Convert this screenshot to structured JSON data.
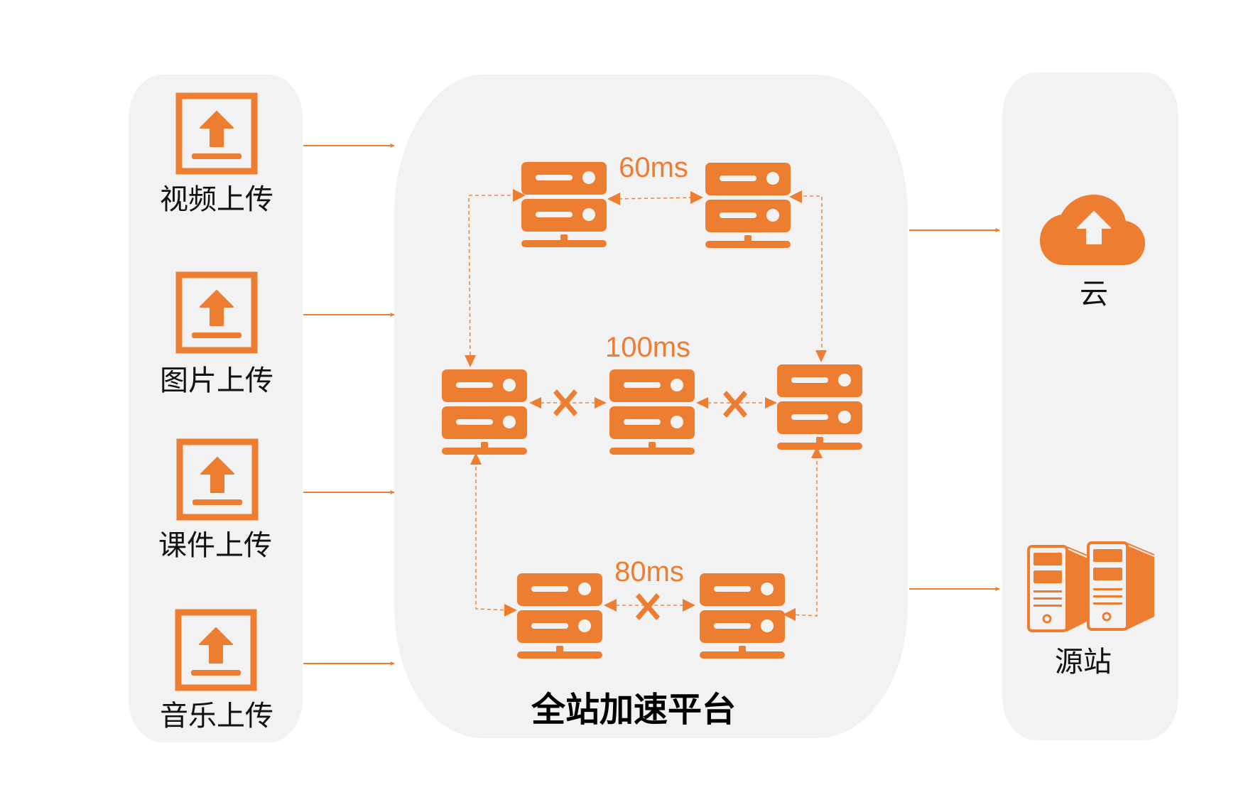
{
  "colors": {
    "accent": "#ED7D31",
    "panel": "#F2F2F2",
    "text": "#111111",
    "background": "#FFFFFF"
  },
  "sources": {
    "items": [
      {
        "label": "视频上传",
        "icon": "upload-icon"
      },
      {
        "label": "图片上传",
        "icon": "upload-icon"
      },
      {
        "label": "课件上传",
        "icon": "upload-icon"
      },
      {
        "label": "音乐上传",
        "icon": "upload-icon"
      }
    ]
  },
  "platform": {
    "title": "全站加速平台",
    "latency_top": "60ms",
    "latency_middle": "100ms",
    "latency_bottom": "80ms",
    "nodes": [
      {
        "id": "top-left",
        "icon": "server-icon"
      },
      {
        "id": "top-right",
        "icon": "server-icon"
      },
      {
        "id": "mid-left",
        "icon": "server-icon"
      },
      {
        "id": "mid-center",
        "icon": "server-icon"
      },
      {
        "id": "mid-right",
        "icon": "server-icon"
      },
      {
        "id": "bottom-left",
        "icon": "server-icon"
      },
      {
        "id": "bottom-right",
        "icon": "server-icon"
      }
    ],
    "links": [
      {
        "from": "top-left",
        "to": "top-right",
        "latency": "60ms",
        "blocked": false
      },
      {
        "from": "mid-left",
        "to": "mid-center",
        "latency": "100ms",
        "blocked": true
      },
      {
        "from": "mid-center",
        "to": "mid-right",
        "latency": "100ms",
        "blocked": true
      },
      {
        "from": "bottom-left",
        "to": "bottom-right",
        "latency": "80ms",
        "blocked": true
      },
      {
        "from": "top-left",
        "to": "mid-left",
        "blocked": false
      },
      {
        "from": "top-right",
        "to": "mid-right",
        "blocked": false
      },
      {
        "from": "mid-left",
        "to": "bottom-left",
        "blocked": false
      },
      {
        "from": "mid-right",
        "to": "bottom-right",
        "blocked": false
      }
    ]
  },
  "destinations": {
    "items": [
      {
        "label": "云",
        "icon": "cloud-upload-icon"
      },
      {
        "label": "源站",
        "icon": "origin-server-icon"
      }
    ]
  }
}
